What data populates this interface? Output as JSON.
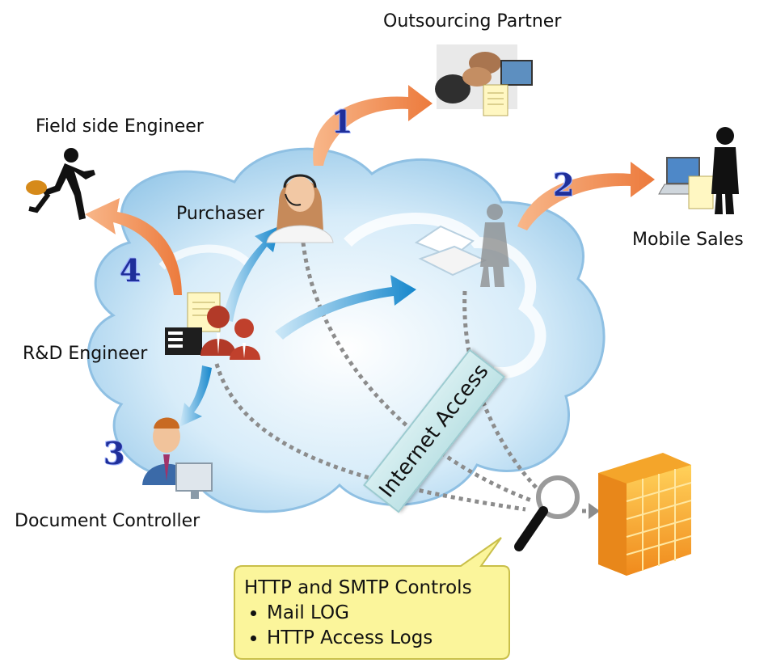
{
  "labels": {
    "outsourcing_partner": "Outsourcing Partner",
    "field_side_engineer": "Field side Engineer",
    "purchaser": "Purchaser",
    "mobile_sales": "Mobile Sales",
    "rd_engineer": "R&D Engineer",
    "document_controller": "Document Controller"
  },
  "numbers": {
    "n1": "1",
    "n2": "2",
    "n3": "3",
    "n4": "4"
  },
  "banner": {
    "text": "Internet Access"
  },
  "callout": {
    "title": "HTTP and SMTP Controls",
    "items": [
      "Mail LOG",
      "HTTP Access Logs"
    ]
  },
  "colors": {
    "cloud": "#bfe0f5",
    "orange_arrow": "#f0925a",
    "blue_arrow": "#1a8fd0",
    "firewall": "#f5a623",
    "callout_fill": "#fbf59b"
  },
  "icons": [
    "person-running-icon",
    "handshake-photo-icon",
    "headset-operator-icon",
    "laptop-icon",
    "phone-person-icon",
    "fax-icon",
    "users-icon",
    "office-worker-icon",
    "magnifier-icon",
    "firewall-icon"
  ]
}
